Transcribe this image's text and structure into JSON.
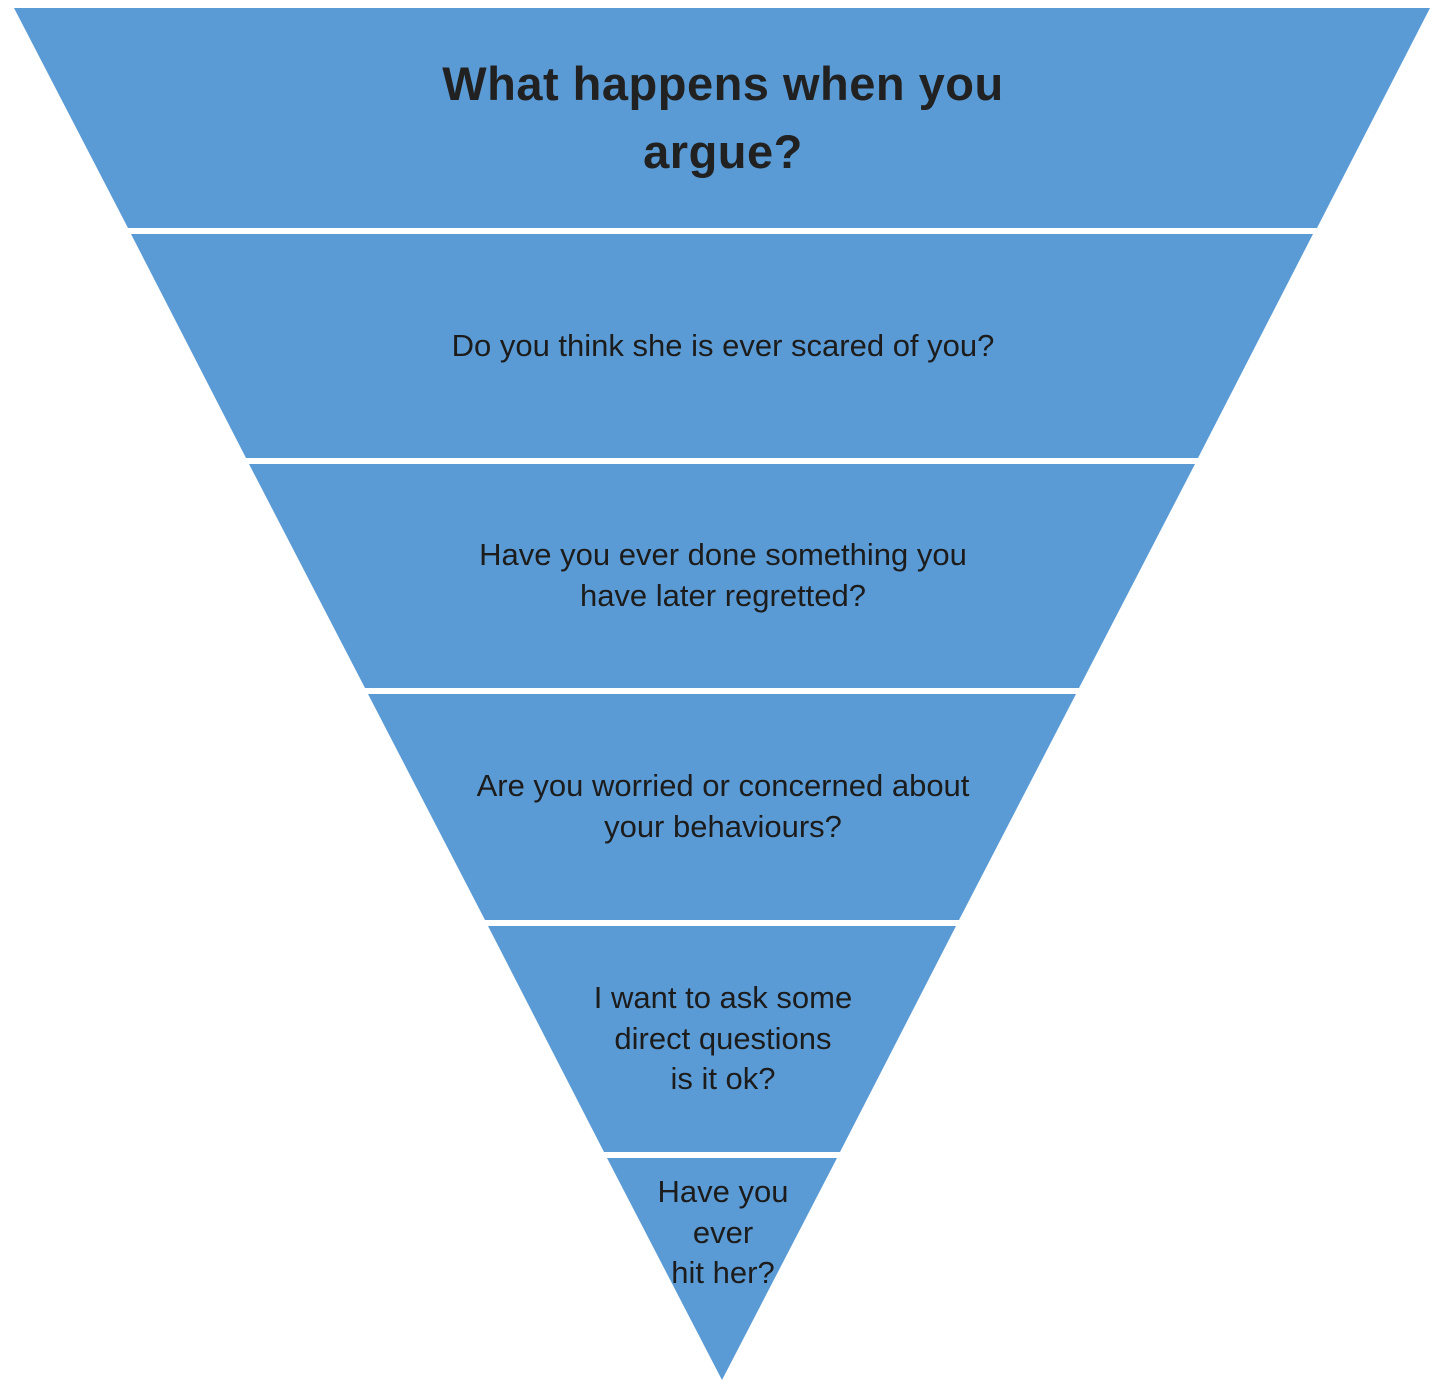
{
  "diagram": {
    "type": "inverted-pyramid-funnel",
    "title": "What happens when you argue?",
    "colors": {
      "tier_fill": "#5B9BD5",
      "text": "#1c1c1c",
      "background": "#ffffff"
    },
    "tiers": [
      {
        "id": 1,
        "label": "What happens when you\nargue?"
      },
      {
        "id": 2,
        "label": "Do you think she is ever scared of you?"
      },
      {
        "id": 3,
        "label": "Have you ever done something you\nhave later regretted?"
      },
      {
        "id": 4,
        "label": "Are you worried or concerned about\nyour behaviours?"
      },
      {
        "id": 5,
        "label": "I want to ask some\ndirect questions\nis it ok?"
      },
      {
        "id": 6,
        "label": "Have you\never\nhit her?"
      }
    ]
  }
}
